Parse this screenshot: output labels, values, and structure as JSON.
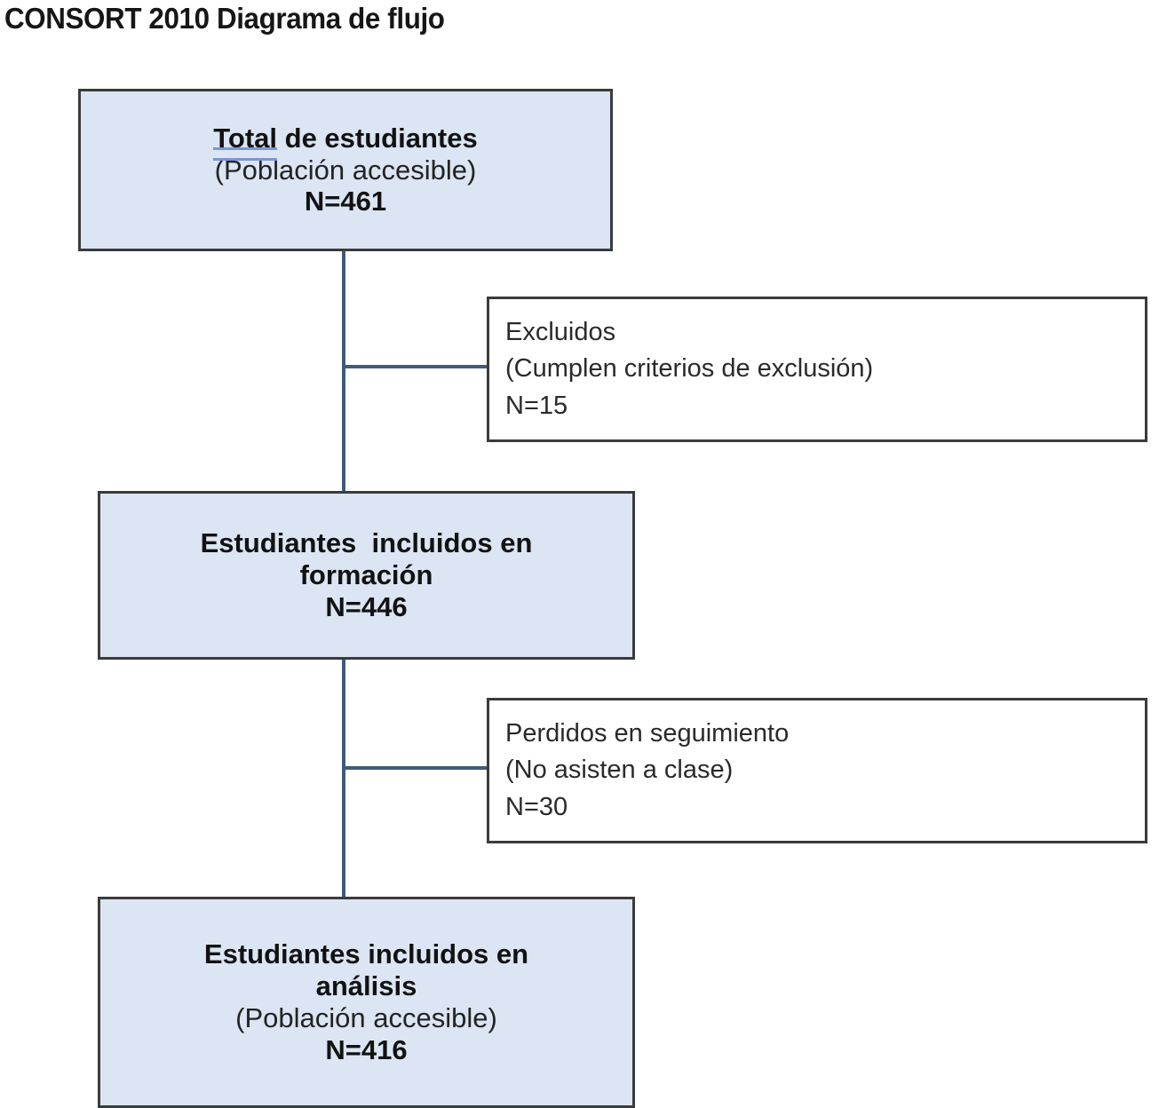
{
  "title": "CONSORT 2010 Diagrama de flujo",
  "colors": {
    "box_fill": "#dbe5f3",
    "box_border": "#3b3b3b",
    "side_box_fill": "#ffffff",
    "connector": "#3e5c7a",
    "grammar_underline": "#7b96d4",
    "text": "#121212",
    "background": "#ffffff"
  },
  "chart_data": {
    "type": "flowchart",
    "title": "CONSORT 2010 Diagrama de flujo",
    "nodes": [
      {
        "id": "total",
        "kind": "primary",
        "label": "Total de estudiantes",
        "sublabel": "(Población accesible)",
        "n_label": "N=461",
        "n": 461
      },
      {
        "id": "excluidos",
        "kind": "side",
        "label": "Excluidos",
        "sublabel": "(Cumplen criterios de exclusión)",
        "n_label": "N=15",
        "n": 15
      },
      {
        "id": "formacion",
        "kind": "primary",
        "label": "Estudiantes  incluidos en formación",
        "sublabel": "",
        "n_label": "N=446",
        "n": 446
      },
      {
        "id": "perdidos",
        "kind": "side",
        "label": "Perdidos en seguimiento",
        "sublabel": "(No asisten a clase)",
        "n_label": "N=30",
        "n": 30
      },
      {
        "id": "analisis",
        "kind": "primary",
        "label": "Estudiantes incluidos en análisis",
        "sublabel": "(Población accesible)",
        "n_label": "N=416",
        "n": 416
      }
    ],
    "edges": [
      {
        "from": "total",
        "to": "excluidos",
        "kind": "branch"
      },
      {
        "from": "total",
        "to": "formacion",
        "kind": "flow"
      },
      {
        "from": "formacion",
        "to": "perdidos",
        "kind": "branch"
      },
      {
        "from": "formacion",
        "to": "analisis",
        "kind": "flow"
      }
    ]
  },
  "boxes": {
    "total": {
      "line1_prefix": "Total",
      "line1_suffix": " de estudiantes",
      "line2": "(Población accesible)",
      "line3": "N=461"
    },
    "excluidos": {
      "line1": "Excluidos",
      "line2": "(Cumplen criterios de exclusión)",
      "line3": "N=15"
    },
    "formacion": {
      "line1": "Estudiantes  incluidos en",
      "line2": "formación",
      "line3": "N=446"
    },
    "perdidos": {
      "line1": "Perdidos en seguimiento",
      "line2": "(No asisten a clase)",
      "line3": "N=30"
    },
    "analisis": {
      "line1": "Estudiantes incluidos en",
      "line2": "análisis",
      "line3": "(Población accesible)",
      "line4": "N=416"
    }
  }
}
